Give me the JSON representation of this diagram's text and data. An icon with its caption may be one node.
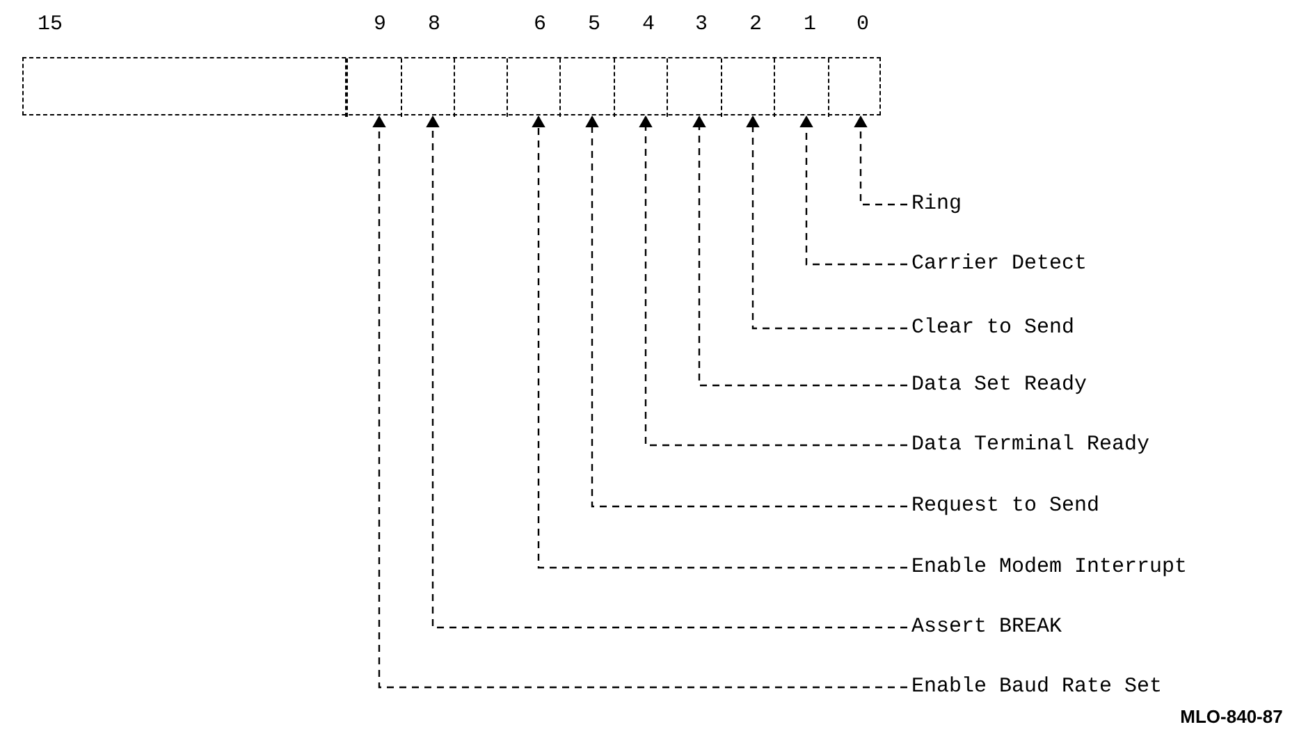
{
  "diagram": {
    "nodes": [
      {
        "text": [],
        "shape": "box"
      },
      {
        "text": [],
        "shape": "box",
        "in": 0
      },
      {
        "text": [],
        "shape": "box",
        "in": 0
      },
      {
        "text": [],
        "shape": "box",
        "in": 0
      },
      {
        "text": [],
        "shape": "box",
        "in": 0
      },
      {
        "text": [],
        "shape": "box",
        "in": 0
      },
      {
        "text": [],
        "shape": "box",
        "in": 0
      },
      {
        "text": [],
        "shape": "box",
        "in": 0
      },
      {
        "text": [],
        "shape": "box",
        "in": 0
      },
      {
        "text": [],
        "shape": "box",
        "in": 0
      },
      {
        "text": [],
        "shape": "box",
        "in": 0
      },
      {
        "text": [],
        "shape": "box",
        "in": 0
      },
      {
        "text": [
          "Ring"
        ]
      },
      {
        "text": [
          "Carrier Detect"
        ]
      },
      {
        "text": [
          "Clear to Send"
        ]
      },
      {
        "text": [
          "Data Set Ready"
        ]
      },
      {
        "text": [
          "Data Terminal Ready"
        ]
      },
      {
        "text": [
          "Request to Send"
        ]
      },
      {
        "text": [
          "Enable Modem Interrupt"
        ]
      },
      {
        "text": [
          "Assert BREAK"
        ]
      },
      {
        "text": [
          "Enable Baud Rate Set"
        ]
      }
    ],
    "edges": [
      {
        "from": 12,
        "to": 11,
        "arrow": "to",
        "style": "dashed"
      },
      {
        "from": 13,
        "to": 10,
        "arrow": "to",
        "style": "dashed"
      },
      {
        "from": 14,
        "to": 9,
        "arrow": "to",
        "style": "dashed"
      },
      {
        "from": 15,
        "to": 8,
        "arrow": "to",
        "style": "dashed"
      },
      {
        "from": 16,
        "to": 7,
        "arrow": "to",
        "style": "dashed"
      },
      {
        "from": 17,
        "to": 6,
        "arrow": "to",
        "style": "dashed"
      },
      {
        "from": 18,
        "to": 5,
        "arrow": "to",
        "style": "dashed"
      },
      {
        "from": 19,
        "to": 3,
        "arrow": "to",
        "style": "dashed"
      },
      {
        "from": 20,
        "to": 2,
        "arrow": "to",
        "style": "dashed"
      }
    ],
    "labels": [
      "15",
      "9",
      "8",
      "6",
      "5",
      "4",
      "3",
      "2",
      "1",
      "0",
      "MLO-840-87"
    ]
  }
}
